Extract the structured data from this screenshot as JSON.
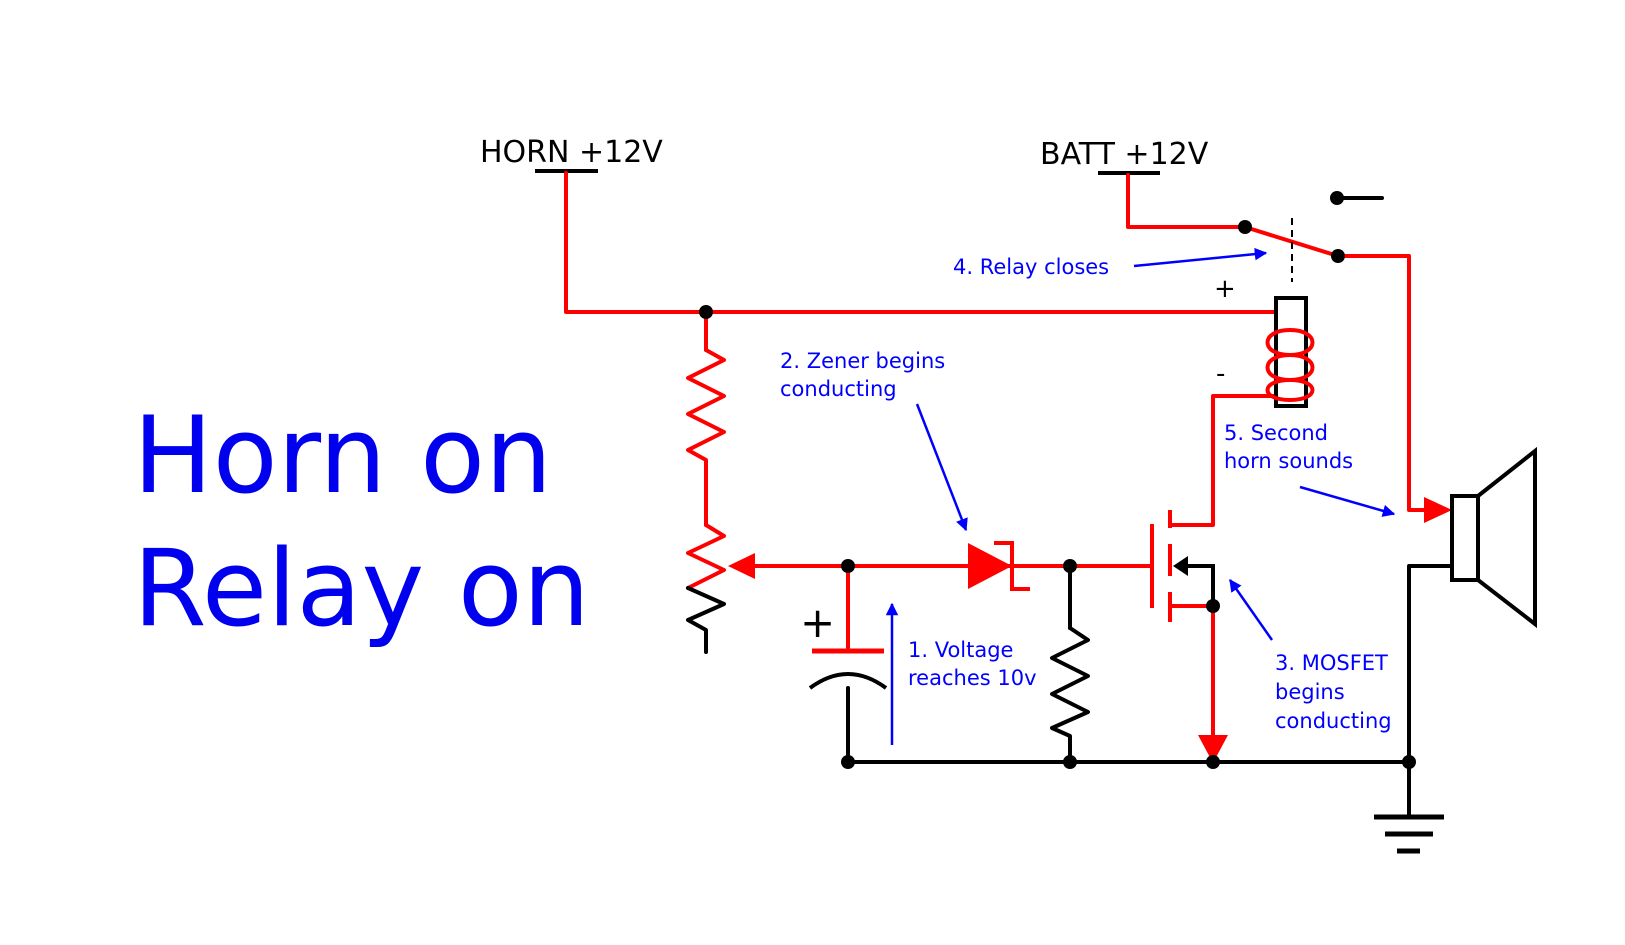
{
  "title": {
    "line1": "Horn on",
    "line2": "Relay on"
  },
  "supplies": {
    "horn": "HORN +12V",
    "batt": "BATT +12V"
  },
  "annotations": {
    "step1": {
      "line1": "1. Voltage",
      "line2": "reaches 10v"
    },
    "step2": {
      "line1": "2. Zener begins",
      "line2": "conducting"
    },
    "step3": {
      "line1": "3. MOSFET",
      "line2": "begins",
      "line3": "conducting"
    },
    "step4": {
      "line1": "4. Relay closes"
    },
    "step5": {
      "line1": "5. Second",
      "line2": "horn sounds"
    }
  },
  "polarity": {
    "cap_plus": "+",
    "coil_plus": "+",
    "coil_minus": "-"
  },
  "colors": {
    "active": "#ff0000",
    "inactive": "#000000",
    "annotation": "#0000ff",
    "title": "#0000ee"
  }
}
